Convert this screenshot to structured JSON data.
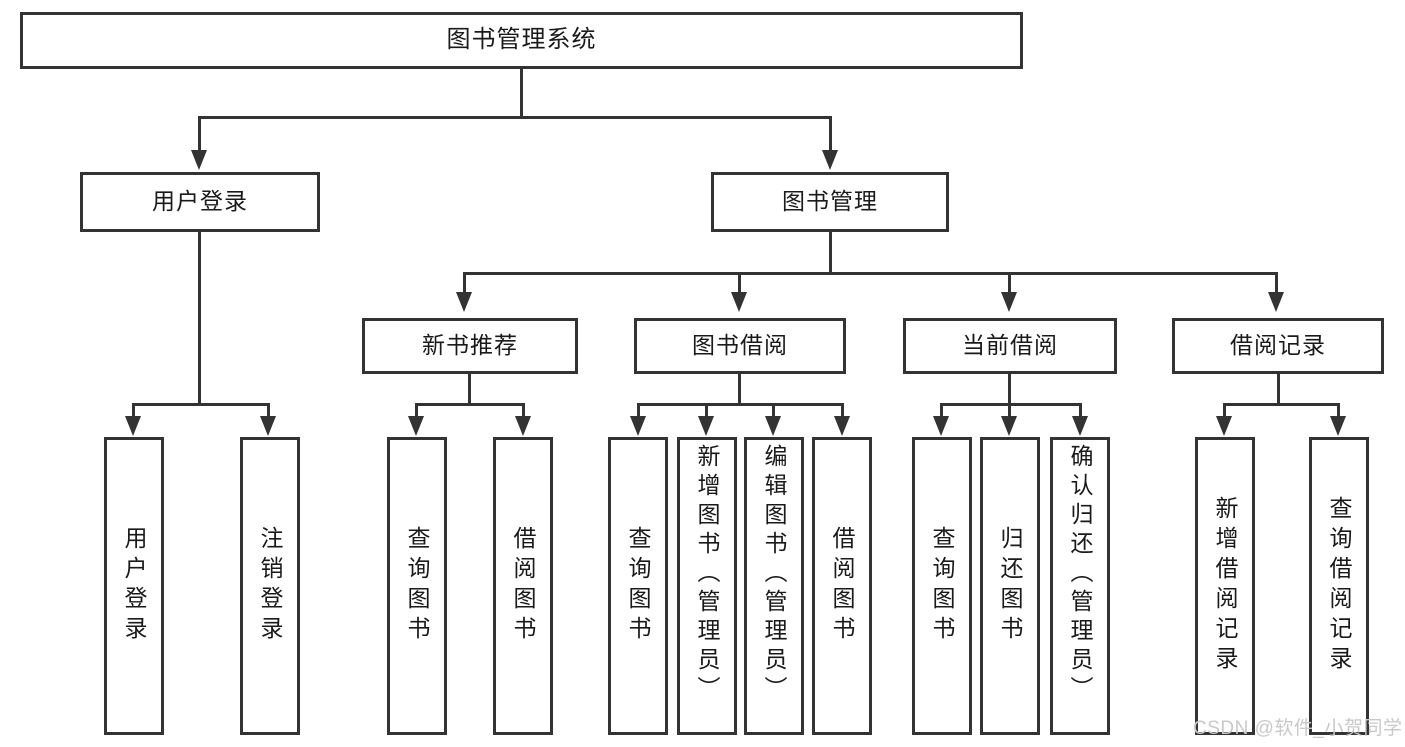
{
  "diagram": {
    "title": "图书管理系统",
    "root": {
      "label": "图书管理系统"
    },
    "level2": [
      {
        "label": "用户登录"
      },
      {
        "label": "图书管理"
      }
    ],
    "level3": [
      {
        "label": "新书推荐"
      },
      {
        "label": "图书借阅"
      },
      {
        "label": "当前借阅"
      },
      {
        "label": "借阅记录"
      }
    ],
    "leaves": {
      "user_login": [
        {
          "label": "用户登录"
        },
        {
          "label": "注销登录"
        }
      ],
      "new_book_recommend": [
        {
          "label": "查询图书"
        },
        {
          "label": "借阅图书"
        }
      ],
      "book_borrow": [
        {
          "label": "查询图书"
        },
        {
          "label": "新增图书（管理员）"
        },
        {
          "label": "编辑图书（管理员）"
        },
        {
          "label": "借阅图书"
        }
      ],
      "current_borrow": [
        {
          "label": "查询图书"
        },
        {
          "label": "归还图书"
        },
        {
          "label": "确认归还（管理员）"
        }
      ],
      "borrow_record": [
        {
          "label": "新增借阅记录"
        },
        {
          "label": "查询借阅记录"
        }
      ]
    }
  },
  "watermark": {
    "text": "CSDN @软件_小贺同学"
  },
  "colors": {
    "stroke": "#333333",
    "fill": "#ffffff",
    "text": "#1a1a1a",
    "watermark": "#c9c9c9"
  }
}
